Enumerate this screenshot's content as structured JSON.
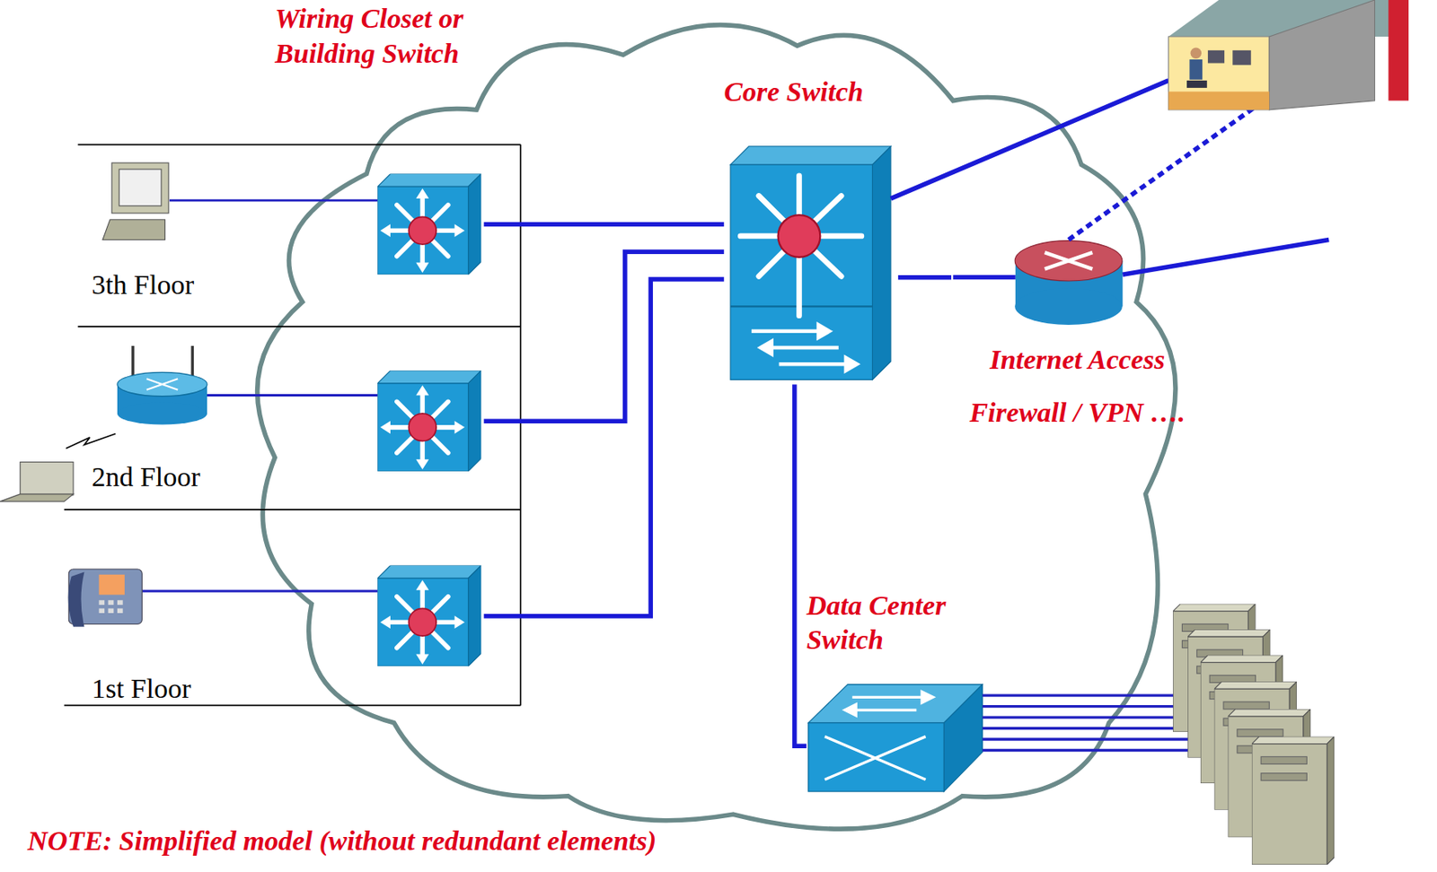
{
  "diagram": {
    "nodes": [
      {
        "text": [
          "3th Floor"
        ]
      },
      {
        "text": [
          "2nd Floor"
        ]
      },
      {
        "text": [
          "1st Floor"
        ]
      },
      {
        "text": [
          "Core Switch"
        ]
      },
      {
        "text": [
          "Internet Access",
          "Firewall / VPN …."
        ]
      },
      {
        "text": [
          "Data Center Switch"
        ]
      }
    ],
    "edges": [
      {
        "from": 0,
        "to": 3,
        "arrow": "none"
      },
      {
        "from": 1,
        "to": 3,
        "arrow": "none"
      },
      {
        "from": 2,
        "to": 3,
        "arrow": "none"
      },
      {
        "from": 3,
        "to": 4,
        "arrow": "none"
      },
      {
        "from": 3,
        "to": 5,
        "arrow": "none"
      }
    ],
    "labels": [
      "Wiring Closet or Building Switch",
      "NOTE: Simplified model (without redundant elements)"
    ]
  }
}
